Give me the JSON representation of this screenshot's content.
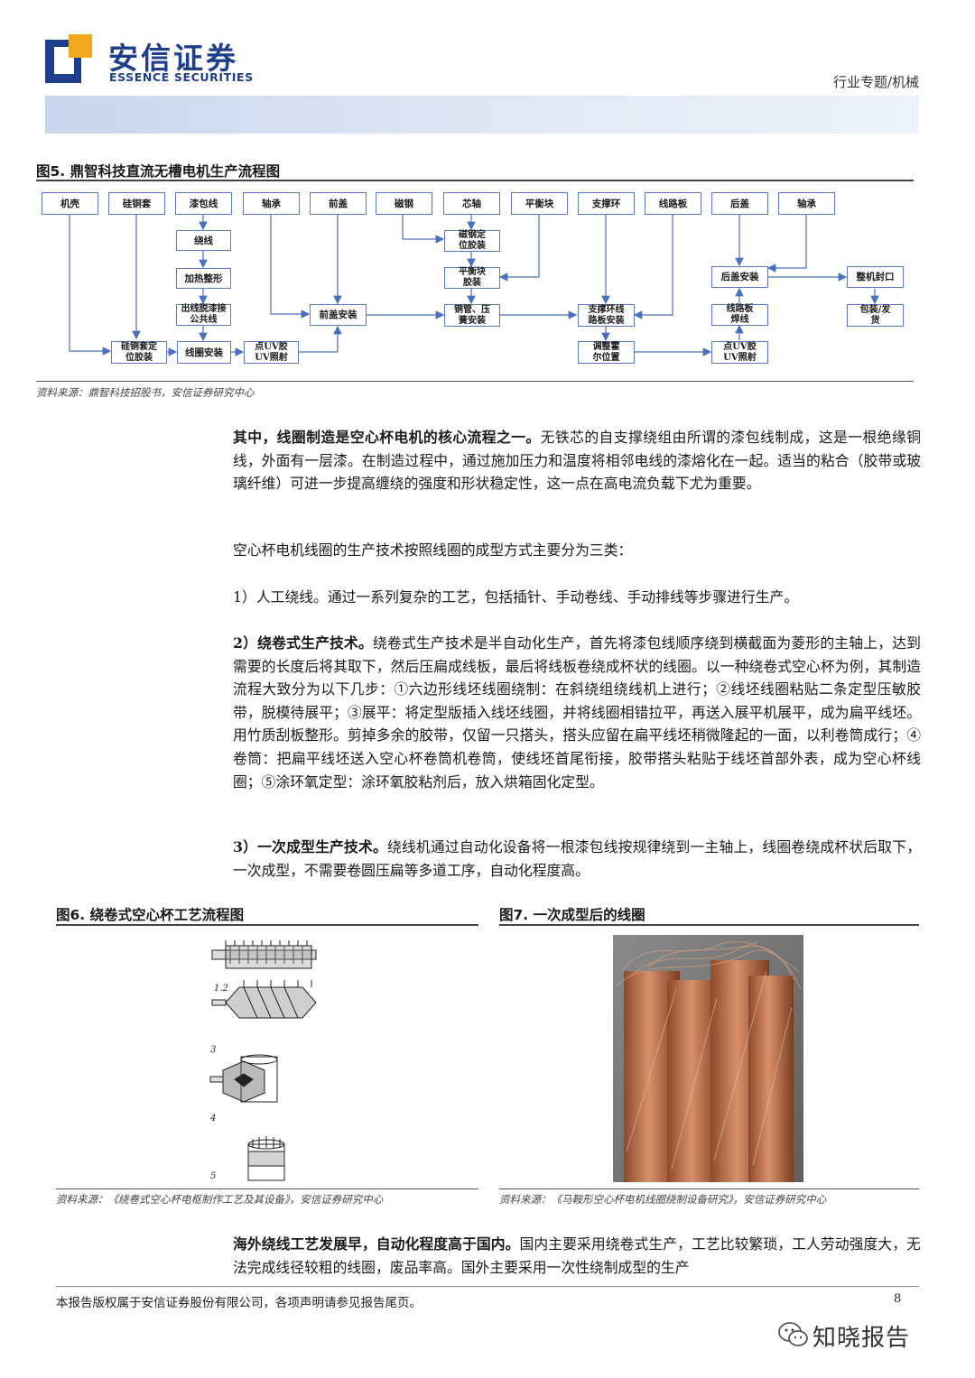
{
  "header": {
    "company_cn": "安信证券",
    "company_en": "ESSENCE SECURITIES",
    "category": "行业专题/机械",
    "colors": {
      "brand": "#1f3f8c",
      "accent": "#f0a81c",
      "band": "#d7e0f1"
    }
  },
  "figure5": {
    "title": "图5. 鼎智科技直流无槽电机生产流程图",
    "source": "资料来源：鼎智科技招股书，安信证券研究中心",
    "nodes": {
      "jike": "机壳",
      "guitongtao": "硅铜套",
      "qibaoxian": "漆包线",
      "zhoucheng1": "轴承",
      "qiangai": "前盖",
      "citong": "磁钢",
      "xinzhou": "芯轴",
      "pinghengkuai": "平衡块",
      "zhichenghuan": "支撑环",
      "xianluban": "线路板",
      "hougai": "后盖",
      "zhoucheng2": "轴承",
      "raoxian": "绕线",
      "jiare": "加热整形",
      "chuxian": "出线脱漆接公共线",
      "guitong_dingwei": "硅铜套定位胶装",
      "xianquan_anzhuang": "线圈安装",
      "dian_uv1": "点UV胶UV照射",
      "qiangai_anzhuang": "前盖安装",
      "citong_dingwei": "磁钢定位胶装",
      "pinghengkuai_jiaozhuang": "平衡块胶装",
      "tongguan_yahuang": "铜管、压簧安装",
      "zhichenghuan_xianluban": "支撑环线路板安装",
      "tiaozheng_huoer": "调整霍尔位置",
      "dian_uv2": "点UV胶UV照射",
      "xianluban_hanxian": "线路板焊线",
      "hougai_anzhuang": "后盖安装",
      "zhengji_fengkou": "整机封口",
      "baozhuang_fahuo": "包装/发货"
    }
  },
  "paragraphs": {
    "p1_lead": "其中，线圈制造是空心杯电机的核心流程之一。",
    "p1_rest": "无铁芯的自支撑绕组由所谓的漆包线制成，这是一根绝缘铜线，外面有一层漆。在制造过程中，通过施加压力和温度将相邻电线的漆熔化在一起。适当的粘合（胶带或玻璃纤维）可进一步提高缠绕的强度和形状稳定性，这一点在高电流负载下尤为重要。",
    "p2": "空心杯电机线圈的生产技术按照线圈的成型方式主要分为三类：",
    "p3": "1）人工绕线。通过一系列复杂的工艺，包括插针、手动卷线、手动排线等步骤进行生产。",
    "p4_lead": "2）绕卷式生产技术。",
    "p4_rest": "绕卷式生产技术是半自动化生产，首先将漆包线顺序绕到横截面为菱形的主轴上，达到需要的长度后将其取下，然后压扁成线板，最后将线板卷绕成杯状的线圈。以一种绕卷式空心杯为例，其制造流程大致分为以下几步：①六边形线坯线圈绕制：在斜绕组绕线机上进行；②线坯线圈粘贴二条定型压敏胶带，脱模待展平；③展平：将定型版插入线坯线圈，并将线圈相错拉平，再送入展平机展平，成为扁平线坯。用竹质刮板整形。剪掉多余的胶带，仅留一只搭头，搭头应留在扁平线坯稍微隆起的一面，以利卷筒成行；④卷筒：把扁平线坯送入空心杯卷筒机卷筒，使线坯首尾衔接，胶带搭头粘贴于线坯首部外表，成为空心杯线圈；⑤涂环氧定型：涂环氧胶粘剂后，放入烘箱固化定型。",
    "p5_lead": "3）一次成型生产技术。",
    "p5_rest": "绕线机通过自动化设备将一根漆包线按规律绕到一主轴上，线圈卷绕成杯状后取下，一次成型，不需要卷圆压扁等多道工序，自动化程度高。",
    "p6_lead": "海外绕线工艺发展早，自动化程度高于国内。",
    "p6_rest": "国内主要采用绕卷式生产，工艺比较繁琐，工人劳动强度大，无法完成线径较粗的线圈，废品率高。国外主要采用一次性绕制成型的生产"
  },
  "figure6": {
    "title": "图6. 绕卷式空心杯工艺流程图",
    "source": "资料来源：《绕卷式空心杯电枢制作工艺及其设备》，安信证券研究中心",
    "step_labels": [
      "1.2",
      "3",
      "4",
      "5"
    ]
  },
  "figure7": {
    "title": "图7. 一次成型后的线圈",
    "source": "资料来源：《马鞍形空心杯电机线圈绕制设备研究》，安信证券研究中心"
  },
  "footer": {
    "copyright": "本报告版权属于安信证券股份有限公司，各项声明请参见报告尾页。",
    "page": "8",
    "watermark": "知晓报告"
  }
}
